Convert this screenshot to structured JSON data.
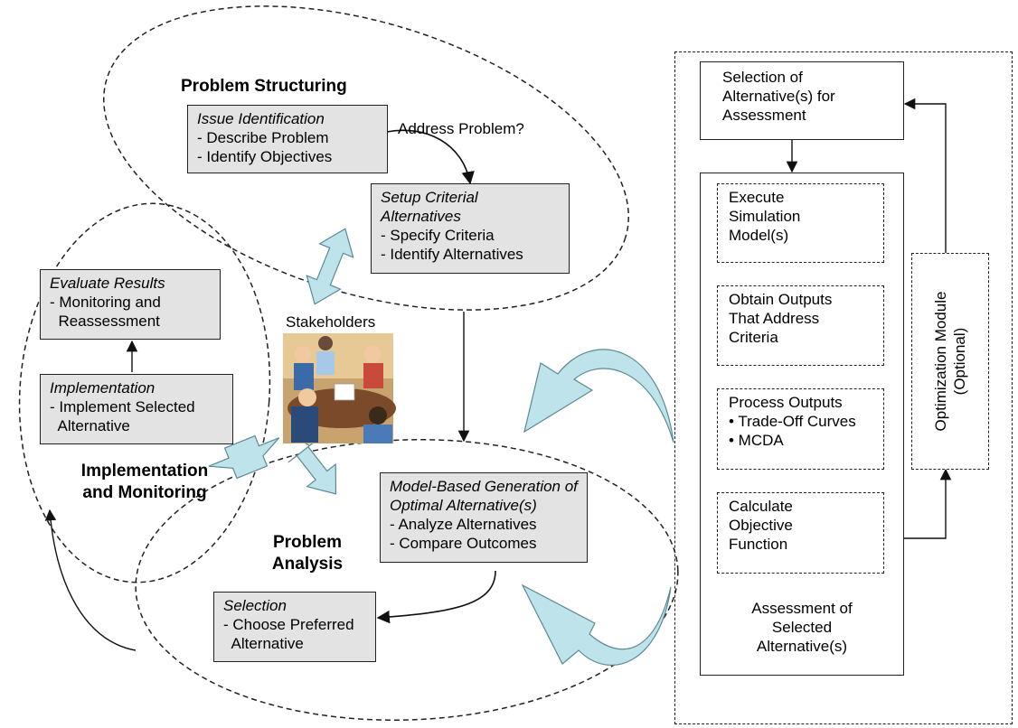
{
  "headings": {
    "problem_structuring": "Problem Structuring",
    "implementation_monitoring": [
      "Implementation",
      "and Monitoring"
    ],
    "problem_analysis": [
      "Problem",
      "Analysis"
    ],
    "stakeholders": "Stakeholders"
  },
  "labels": {
    "address_problem": "Address Problem?"
  },
  "boxes": {
    "issue_identification": {
      "title": "Issue Identification",
      "lines": [
        "- Describe Problem",
        "- Identify Objectives"
      ]
    },
    "setup_criteria": {
      "title": [
        "Setup Criterial",
        "Alternatives"
      ],
      "lines": [
        "- Specify Criteria",
        "- Identify Alternatives"
      ]
    },
    "evaluate_results": {
      "title": "Evaluate Results",
      "lines": [
        "- Monitoring and",
        "  Reassessment"
      ]
    },
    "implementation": {
      "title": "Implementation",
      "lines": [
        "- Implement Selected",
        "  Alternative"
      ]
    },
    "model_based": {
      "title": [
        "Model-Based Generation of",
        "Optimal Alternative(s)"
      ],
      "lines": [
        "- Analyze Alternatives",
        "- Compare Outcomes"
      ]
    },
    "selection": {
      "title": "Selection",
      "lines": [
        "- Choose Preferred",
        "  Alternative"
      ]
    }
  },
  "assessment": {
    "selection_box": [
      "Selection of",
      "Alternative(s) for",
      "Assessment"
    ],
    "steps": [
      [
        "Execute",
        "Simulation",
        "Model(s)"
      ],
      [
        "Obtain Outputs",
        "That Address",
        "Criteria"
      ],
      [
        "Process Outputs",
        "• Trade-Off Curves",
        "• MCDA"
      ],
      [
        "Calculate",
        "Objective",
        "Function"
      ]
    ],
    "caption": [
      "Assessment of",
      "Selected",
      "Alternative(s)"
    ],
    "optimization": [
      "Optimization Module",
      "(Optional)"
    ]
  },
  "colors": {
    "box_fill": "#e3e3e3",
    "arrow_fill": "#bfe3ea",
    "arrow_stroke": "#5a8a96"
  }
}
